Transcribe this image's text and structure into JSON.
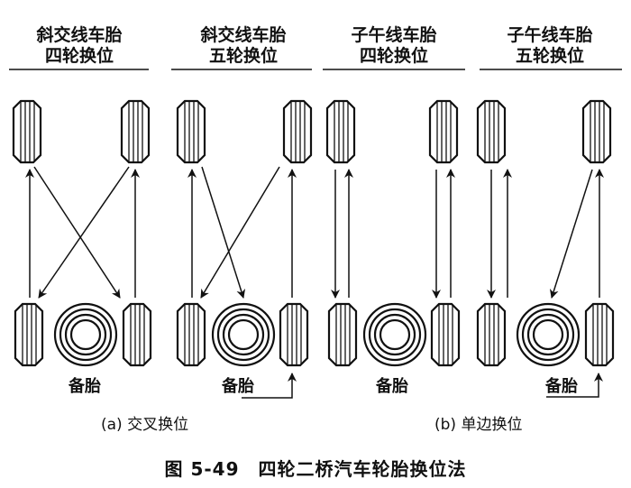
{
  "panels": [
    {
      "title_line1": "斜交线车胎",
      "title_line2": "四轮换位",
      "spare_label": "备胎"
    },
    {
      "title_line1": "斜交线车胎",
      "title_line2": "五轮换位",
      "spare_label": "备胎"
    },
    {
      "title_line1": "子午线车胎",
      "title_line2": "四轮换位",
      "spare_label": "备胎"
    },
    {
      "title_line1": "子午线车胎",
      "title_line2": "五轮换位",
      "spare_label": "备胎"
    }
  ],
  "captions": {
    "a": "(a) 交叉换位",
    "b": "(b) 单边换位"
  },
  "figure_title": "图 5-49　四轮二桥汽车轮胎换位法"
}
